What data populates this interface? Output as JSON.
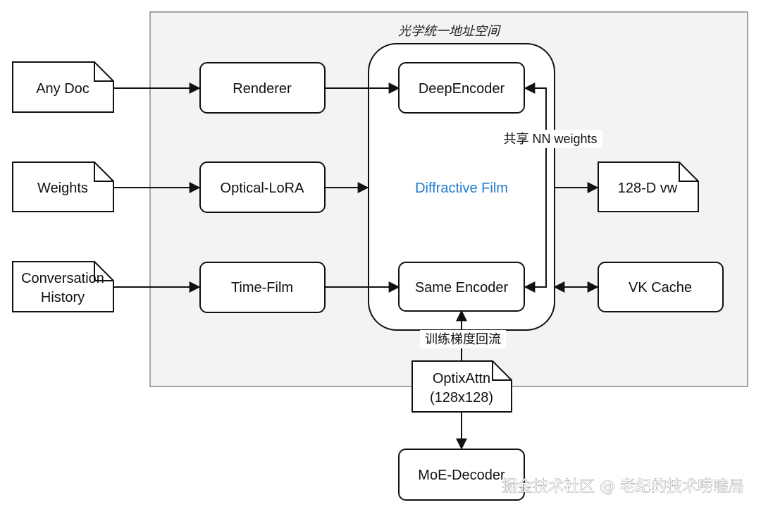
{
  "region": {
    "title": "光学统一地址空间"
  },
  "inputs": {
    "any_doc": "Any Doc",
    "weights": "Weights",
    "conversation": [
      "Conversation",
      "History"
    ]
  },
  "stages": {
    "renderer": "Renderer",
    "optical_lora": "Optical-LoRA",
    "time_film": "Time-Film"
  },
  "core": {
    "deep_encoder": "DeepEncoder",
    "film_label": "Diffractive Film",
    "same_encoder": "Same Encoder",
    "shared_weights_label": "共享 NN weights"
  },
  "outputs": {
    "vector": "128-D vw",
    "cache": "VK Cache"
  },
  "bottom": {
    "optixattn": [
      "OptixAttn",
      "(128x128)"
    ],
    "gradient_label": "训练梯度回流",
    "decoder": "MoE-Decoder"
  },
  "watermark": "掘金技术社区 @ 老纪的技术唠嗑局",
  "colors": {
    "region_fill": "#f3f3f3",
    "region_stroke": "#8a8a8a",
    "accent": "#1f7bd1",
    "stroke": "#111111"
  }
}
